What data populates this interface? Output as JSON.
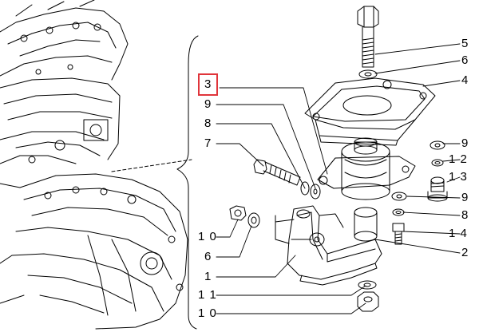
{
  "diagram": {
    "highlight_color": "#e0353b",
    "callouts": [
      {
        "id": "c5",
        "label": "5"
      },
      {
        "id": "c6a",
        "label": "6"
      },
      {
        "id": "c4",
        "label": "4"
      },
      {
        "id": "c3",
        "label": "3",
        "highlighted": true
      },
      {
        "id": "c9a",
        "label": "9"
      },
      {
        "id": "c8a",
        "label": "8"
      },
      {
        "id": "c7",
        "label": "7"
      },
      {
        "id": "c9b",
        "label": "9"
      },
      {
        "id": "c12",
        "label": "1 2"
      },
      {
        "id": "c13",
        "label": "1 3"
      },
      {
        "id": "c9c",
        "label": "9"
      },
      {
        "id": "c8b",
        "label": "8"
      },
      {
        "id": "c14",
        "label": "1 4"
      },
      {
        "id": "c2",
        "label": "2"
      },
      {
        "id": "c10a",
        "label": "1 0"
      },
      {
        "id": "c6b",
        "label": "6"
      },
      {
        "id": "c1",
        "label": "1"
      },
      {
        "id": "c11",
        "label": "1 1"
      },
      {
        "id": "c10b",
        "label": "1 0"
      }
    ]
  }
}
